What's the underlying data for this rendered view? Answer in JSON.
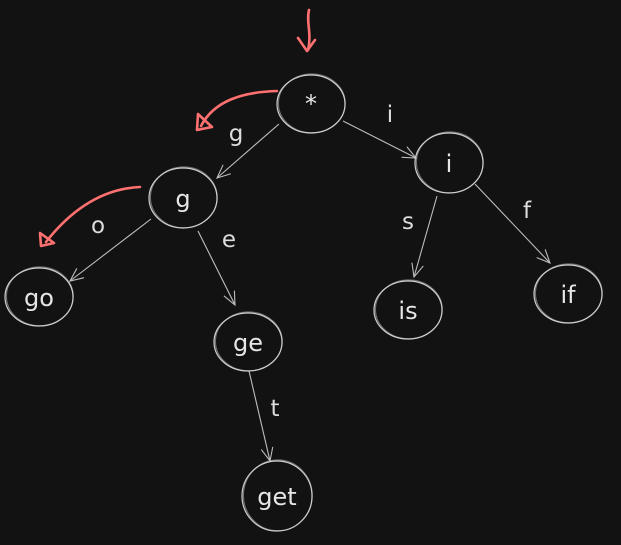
{
  "trie": {
    "nodes": [
      {
        "id": "root",
        "label": "*"
      },
      {
        "id": "g",
        "label": "g"
      },
      {
        "id": "i",
        "label": "i"
      },
      {
        "id": "go",
        "label": "go"
      },
      {
        "id": "ge",
        "label": "ge"
      },
      {
        "id": "is",
        "label": "is"
      },
      {
        "id": "if",
        "label": "if"
      },
      {
        "id": "get",
        "label": "get"
      }
    ],
    "edges": [
      {
        "id": "root-g",
        "from": "root",
        "to": "g",
        "label": "g"
      },
      {
        "id": "root-i",
        "from": "root",
        "to": "i",
        "label": "i"
      },
      {
        "id": "g-go",
        "from": "g",
        "to": "go",
        "label": "o"
      },
      {
        "id": "g-ge",
        "from": "g",
        "to": "ge",
        "label": "e"
      },
      {
        "id": "i-is",
        "from": "i",
        "to": "is",
        "label": "s"
      },
      {
        "id": "i-if",
        "from": "i",
        "to": "if",
        "label": "f"
      },
      {
        "id": "ge-get",
        "from": "ge",
        "to": "get",
        "label": "t"
      }
    ]
  },
  "accent_color": "#ff7070"
}
